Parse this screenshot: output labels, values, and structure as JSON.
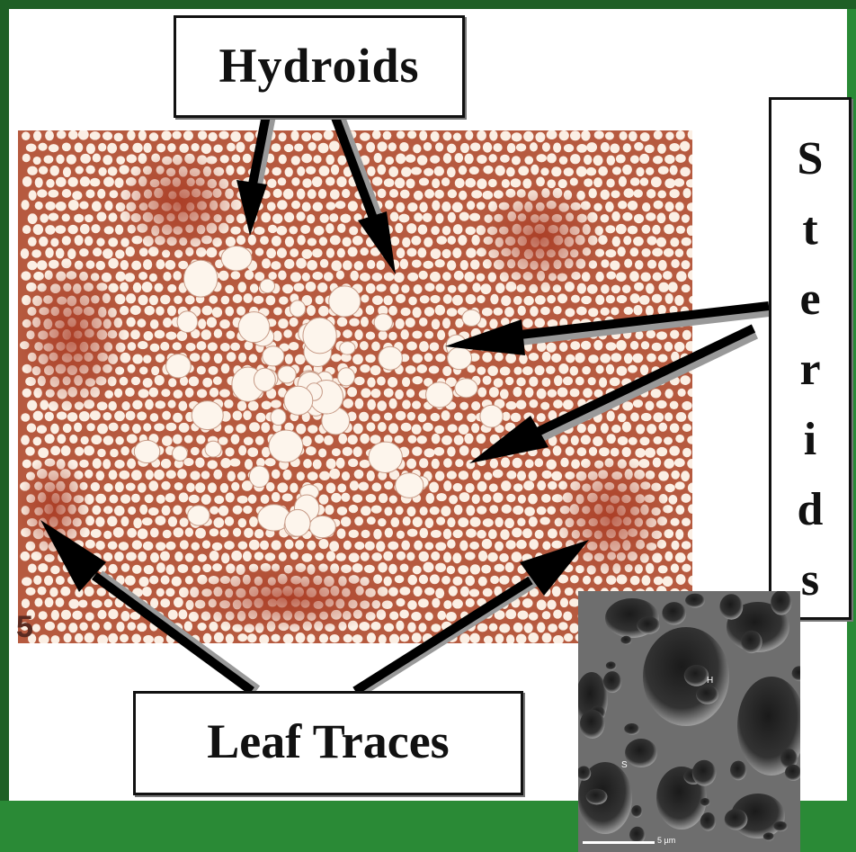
{
  "labels": {
    "hydroids": "Hydroids",
    "sterids": "Sterids",
    "sterids_letters": [
      "S",
      "t",
      "e",
      "r",
      "i",
      "d",
      "s"
    ],
    "leaf_traces": "Leaf Traces"
  },
  "figure_number": "5",
  "sem_inset": {
    "hydroid_marker": "H",
    "sterid_marker": "S",
    "scale_text": "5 µm"
  },
  "colors": {
    "frame_green": "#2a8a36",
    "stain_red": "#b5462c",
    "cell_fill": "#fbefe4"
  }
}
